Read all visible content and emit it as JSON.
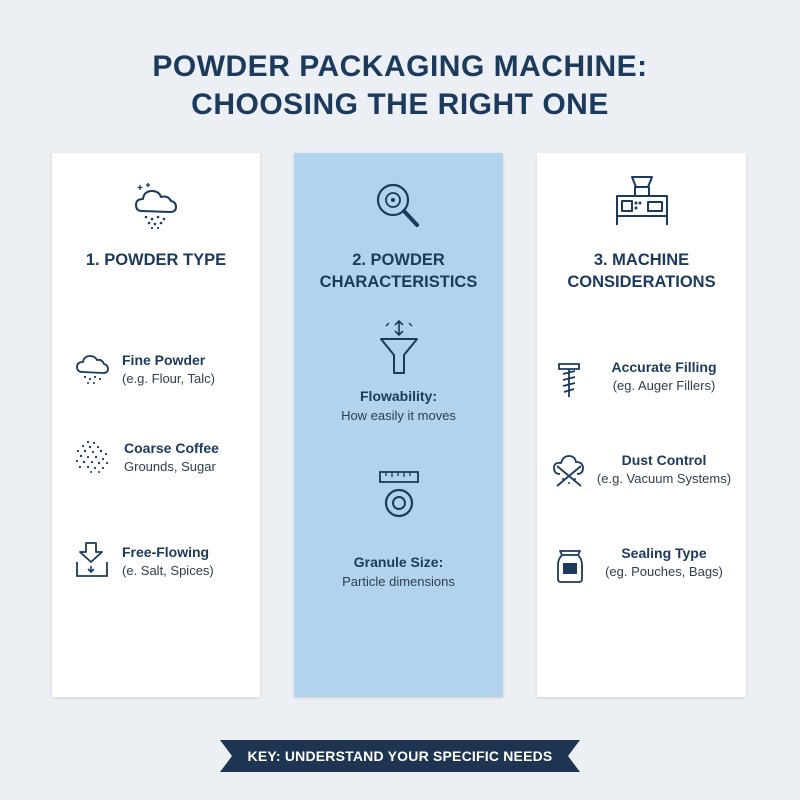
{
  "title": {
    "line1": "POWDER PACKAGING MACHINE:",
    "line2": "CHOOSING THE RIGHT ONE"
  },
  "columns": [
    {
      "title": "1. POWDER TYPE",
      "icon": "cloud-powder-icon",
      "items": [
        {
          "icon": "cloud-powder-icon",
          "line1": "Fine Powder",
          "line2": "(e.g. Flour, Talc)"
        },
        {
          "icon": "granules-icon",
          "line1": "Coarse Coffee",
          "line2": "Grounds, Sugar"
        },
        {
          "icon": "pour-tray-icon",
          "line1": "Free-Flowing",
          "line2": "(e. Salt, Spices)"
        }
      ]
    },
    {
      "title_line1": "2. POWDER",
      "title_line2": "CHARACTERISTICS",
      "icon": "magnifier-icon",
      "items": [
        {
          "icon": "funnel-icon",
          "line1": "Flowability:",
          "line2": "How easily it moves"
        },
        {
          "icon": "ruler-ring-icon",
          "line1": "Granule Size:",
          "line2": "Particle dimensions"
        }
      ]
    },
    {
      "title_line1": "3. MACHINE",
      "title_line2": "CONSIDERATIONS",
      "icon": "packaging-machine-icon",
      "items": [
        {
          "icon": "auger-screw-icon",
          "line1": "Accurate Filling",
          "line2": "(eg. Auger Fillers)"
        },
        {
          "icon": "dust-cloud-icon",
          "line1": "Dust Control",
          "line2": "(e.g. Vacuum Systems)"
        },
        {
          "icon": "pouch-icon",
          "line1": "Sealing Type",
          "line2": "(eg. Pouches, Bags)"
        }
      ]
    }
  ],
  "key_banner": "KEY: UNDERSTAND YOUR SPECIFIC NEEDS",
  "colors": {
    "background": "#eceff3",
    "navy": "#1b3a5c",
    "highlight_column": "#b3d3ed",
    "banner": "#1e3552"
  }
}
